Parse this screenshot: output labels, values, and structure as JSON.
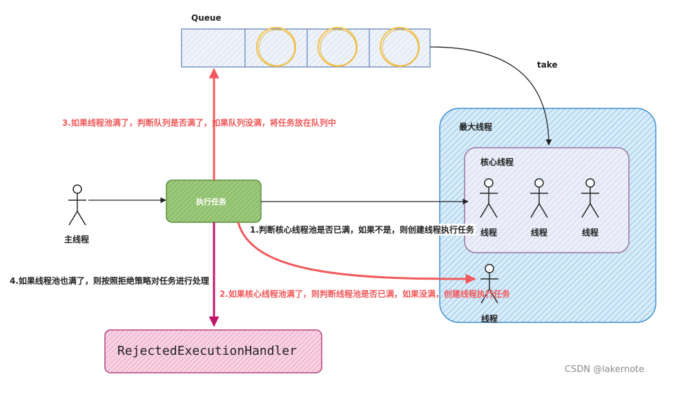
{
  "queue": {
    "title": "Queue"
  },
  "take_label": "take",
  "max_threads": {
    "title": "最大线程"
  },
  "core_threads": {
    "title": "核心线程"
  },
  "thread_label": "线程",
  "main_thread_label": "主线程",
  "execute_task_label": "执行任务",
  "step1": "1.判断核心线程池是否已满，如果不是，则创建线程执行任务",
  "step2": "2.如果核心线程池满了，则判断线程池是否已满，如果没满，创建线程执行任务",
  "step3": "3.如果线程池满了，判断队列是否满了，如果队列没满，将任务放在队列中",
  "step4": "4.如果线程池也满了，则按照拒绝策略对任务进行处理",
  "handler_label": "RejectedExecutionHandler",
  "watermark": "CSDN @lakernote",
  "colors": {
    "queue_fill": "#e9eff8",
    "queue_border": "#5b7db5",
    "coin": "#f5c048",
    "max_fill": "#cfe7f7",
    "max_border": "#3d8fd2",
    "core_fill": "#e6eaf7",
    "core_border": "#9673a6",
    "task_fill": "#8fc06f",
    "task_border": "#5b8f3c",
    "handler_fill": "#f6c3d8",
    "handler_border": "#b5437c",
    "red_arrow": "#f0595b",
    "magenta_arrow": "#c0146e"
  }
}
